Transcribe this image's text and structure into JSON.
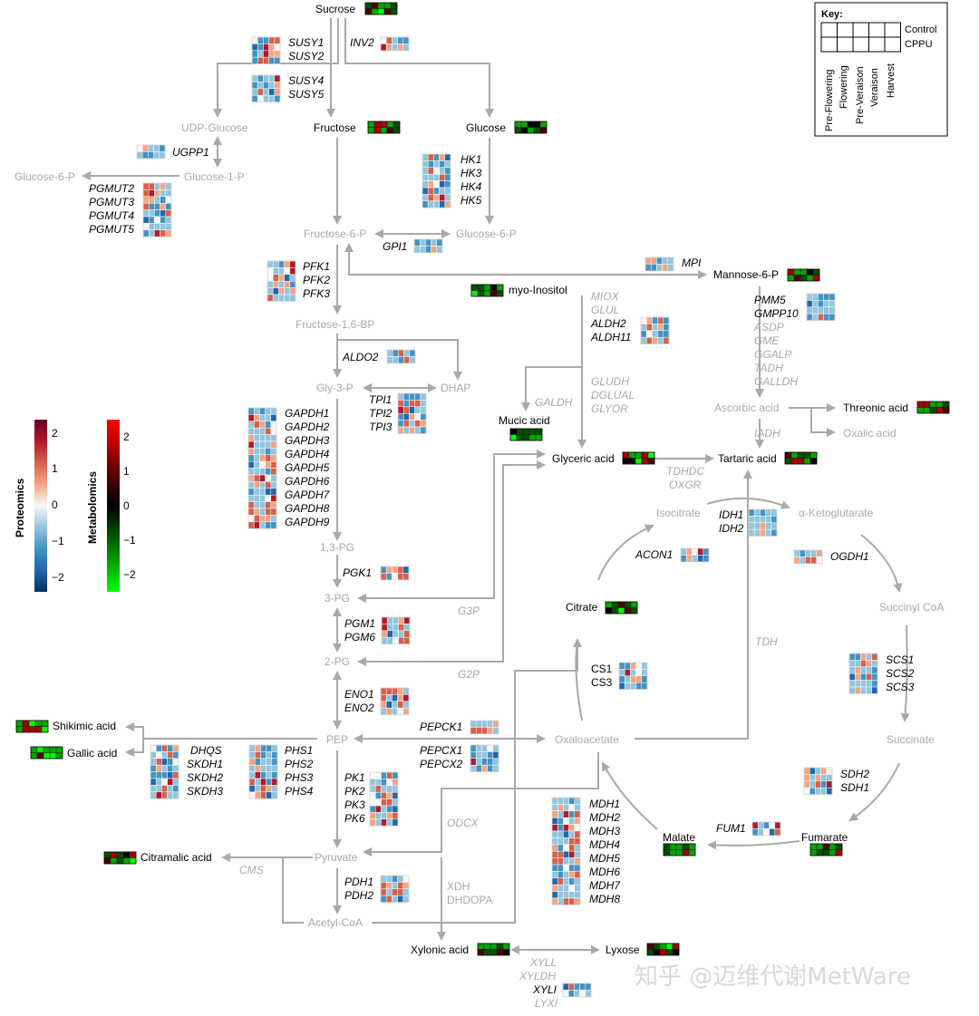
{
  "colors": {
    "arrow": "#a9a9a9",
    "proteomics": [
      "#053061",
      "#2166ac",
      "#4393c3",
      "#92c5de",
      "#f7f7f7",
      "#f4a582",
      "#d6604d",
      "#b2182b",
      "#67001f"
    ],
    "metabolomics": [
      "#00ff00",
      "#00a800",
      "#005000",
      "#000000",
      "#500000",
      "#a80000",
      "#ff0000"
    ]
  },
  "key": {
    "title": "Key:",
    "rows": [
      "Control",
      "CPPU"
    ],
    "stages": [
      "Pre-Flowering",
      "Flowering",
      "Pre-Veraison",
      "Veraison",
      "Harvest"
    ]
  },
  "legends": {
    "proteomics": {
      "label": "Proteomics",
      "ticks": [
        "2",
        "1",
        "0",
        "−1",
        "−2"
      ]
    },
    "metabolomics": {
      "label": "Metabolomics",
      "ticks": [
        "2",
        "1",
        "0",
        "−1",
        "−2"
      ]
    }
  },
  "watermark": "知乎 @迈维代谢MetWare",
  "metabolites": [
    {
      "id": "sucrose",
      "label": "Sucrose"
    },
    {
      "id": "udp_glucose",
      "label": "UDP-Glucose"
    },
    {
      "id": "fructose",
      "label": "Fructose"
    },
    {
      "id": "glucose",
      "label": "Glucose"
    },
    {
      "id": "glucose_6p_left",
      "label": "Glucose-6-P"
    },
    {
      "id": "glucose_1p",
      "label": "Glucose-1-P"
    },
    {
      "id": "fructose_6p",
      "label": "Fructose-6-P"
    },
    {
      "id": "glucose_6p_right",
      "label": "Glucose-6-P"
    },
    {
      "id": "mannose_6p",
      "label": "Mannose-6-P"
    },
    {
      "id": "myo_inositol",
      "label": "myo-Inositol"
    },
    {
      "id": "fructose_16bp",
      "label": "Fructose-1,6-BP"
    },
    {
      "id": "gly_3p",
      "label": "Gly-3-P"
    },
    {
      "id": "dhap",
      "label": "DHAP"
    },
    {
      "id": "mucic_acid",
      "label": "Mucic acid"
    },
    {
      "id": "glyceric_acid",
      "label": "Glyceric acid"
    },
    {
      "id": "ascorbic_acid",
      "label": "Ascorbic acid"
    },
    {
      "id": "threonic_acid",
      "label": "Threonic acid"
    },
    {
      "id": "oxalic_acid",
      "label": "Oxalic acid"
    },
    {
      "id": "tartaric_acid",
      "label": "Tartaric acid"
    },
    {
      "id": "isocitrate",
      "label": "Isocitrate"
    },
    {
      "id": "a_ketoglutarate",
      "label": "α-Ketoglutarate"
    },
    {
      "id": "pg13",
      "label": "1,3-PG"
    },
    {
      "id": "pg3",
      "label": "3-PG"
    },
    {
      "id": "citrate",
      "label": "Citrate"
    },
    {
      "id": "succinyl_coa",
      "label": "Succinyl CoA"
    },
    {
      "id": "pg2",
      "label": "2-PG"
    },
    {
      "id": "shikimic_acid",
      "label": "Shikimic acid"
    },
    {
      "id": "gallic_acid",
      "label": "Gallic acid"
    },
    {
      "id": "pep",
      "label": "PEP"
    },
    {
      "id": "oxaloacetate",
      "label": "Oxaloacetate"
    },
    {
      "id": "succinate",
      "label": "Succinate"
    },
    {
      "id": "malate",
      "label": "Malate"
    },
    {
      "id": "fumarate",
      "label": "Fumarate"
    },
    {
      "id": "citramalic_acid",
      "label": "Citramalic acid"
    },
    {
      "id": "pyruvate",
      "label": "Pyruvate"
    },
    {
      "id": "acetyl_coa",
      "label": "Acetyl-CoA"
    },
    {
      "id": "xylonic_acid",
      "label": "Xylonic acid"
    },
    {
      "id": "lyxose",
      "label": "Lyxose"
    }
  ],
  "genes": [
    {
      "id": "susy1",
      "label": "SUSY1"
    },
    {
      "id": "susy2",
      "label": "SUSY2"
    },
    {
      "id": "inv2",
      "label": "INV2"
    },
    {
      "id": "susy4",
      "label": "SUSY4"
    },
    {
      "id": "susy5",
      "label": "SUSY5"
    },
    {
      "id": "ugpp1",
      "label": "UGPP1"
    },
    {
      "id": "hk1",
      "label": "HK1"
    },
    {
      "id": "hk3",
      "label": "HK3"
    },
    {
      "id": "hk4",
      "label": "HK4"
    },
    {
      "id": "hk5",
      "label": "HK5"
    },
    {
      "id": "pgmut2",
      "label": "PGMUT2"
    },
    {
      "id": "pgmut3",
      "label": "PGMUT3"
    },
    {
      "id": "pgmut4",
      "label": "PGMUT4"
    },
    {
      "id": "pgmut5",
      "label": "PGMUT5"
    },
    {
      "id": "gpi1",
      "label": "GPI1"
    },
    {
      "id": "mpi",
      "label": "MPI"
    },
    {
      "id": "pfk1",
      "label": "PFK1"
    },
    {
      "id": "pfk2",
      "label": "PFK2"
    },
    {
      "id": "pfk3",
      "label": "PFK3"
    },
    {
      "id": "miox",
      "label": "MIOX"
    },
    {
      "id": "glul",
      "label": "GLUL"
    },
    {
      "id": "aldh2",
      "label": "ALDH2"
    },
    {
      "id": "aldh11",
      "label": "ALDH11"
    },
    {
      "id": "pmm5",
      "label": "PMM5"
    },
    {
      "id": "gmpp10",
      "label": "GMPP10"
    },
    {
      "id": "asdp",
      "label": "ASDP"
    },
    {
      "id": "gme",
      "label": "GME"
    },
    {
      "id": "ggalp",
      "label": "GGALP"
    },
    {
      "id": "tadh",
      "label": "TADH"
    },
    {
      "id": "galldh",
      "label": "GALLDH"
    },
    {
      "id": "aldo2",
      "label": "ALDO2"
    },
    {
      "id": "tpi1",
      "label": "TPI1"
    },
    {
      "id": "tpi2",
      "label": "TPI2"
    },
    {
      "id": "tpi3",
      "label": "TPI3"
    },
    {
      "id": "galdh",
      "label": "GALDH"
    },
    {
      "id": "gludh",
      "label": "GLUDH"
    },
    {
      "id": "dglual",
      "label": "DGLUAL"
    },
    {
      "id": "glyor",
      "label": "GLYOR"
    },
    {
      "id": "gapdh1",
      "label": "GAPDH1"
    },
    {
      "id": "gapdh2",
      "label": "GAPDH2"
    },
    {
      "id": "gapdh3",
      "label": "GAPDH3"
    },
    {
      "id": "gapdh4",
      "label": "GAPDH4"
    },
    {
      "id": "gapdh5",
      "label": "GAPDH5"
    },
    {
      "id": "gapdh6",
      "label": "GAPDH6"
    },
    {
      "id": "gapdh7",
      "label": "GAPDH7"
    },
    {
      "id": "gapdh8",
      "label": "GAPDH8"
    },
    {
      "id": "gapdh9",
      "label": "GAPDH9"
    },
    {
      "id": "iadh",
      "label": "IADH"
    },
    {
      "id": "tdhdc",
      "label": "TDHDC"
    },
    {
      "id": "oxgr",
      "label": "OXGR"
    },
    {
      "id": "idh1",
      "label": "IDH1"
    },
    {
      "id": "idh2",
      "label": "IDH2"
    },
    {
      "id": "acon1",
      "label": "ACON1"
    },
    {
      "id": "ogdh1",
      "label": "OGDH1"
    },
    {
      "id": "pgk1",
      "label": "PGK1"
    },
    {
      "id": "g3p",
      "label": "G3P"
    },
    {
      "id": "pgm1",
      "label": "PGM1"
    },
    {
      "id": "pgm6",
      "label": "PGM6"
    },
    {
      "id": "tdh",
      "label": "TDH"
    },
    {
      "id": "scs1",
      "label": "SCS1"
    },
    {
      "id": "scs2",
      "label": "SCS2"
    },
    {
      "id": "scs3",
      "label": "SCS3"
    },
    {
      "id": "g2p",
      "label": "G2P"
    },
    {
      "id": "cs1",
      "label": "CS1"
    },
    {
      "id": "cs3",
      "label": "CS3"
    },
    {
      "id": "eno1",
      "label": "ENO1"
    },
    {
      "id": "eno2",
      "label": "ENO2"
    },
    {
      "id": "pepck1",
      "label": "PEPCK1"
    },
    {
      "id": "dhqs",
      "label": "DHQS"
    },
    {
      "id": "skdh1",
      "label": "SKDH1"
    },
    {
      "id": "skdh2",
      "label": "SKDH2"
    },
    {
      "id": "skdh3",
      "label": "SKDH3"
    },
    {
      "id": "phs1",
      "label": "PHS1"
    },
    {
      "id": "phs2",
      "label": "PHS2"
    },
    {
      "id": "phs3",
      "label": "PHS3"
    },
    {
      "id": "phs4",
      "label": "PHS4"
    },
    {
      "id": "pepcx1",
      "label": "PEPCX1"
    },
    {
      "id": "pepcx2",
      "label": "PEPCX2"
    },
    {
      "id": "sdh2",
      "label": "SDH2"
    },
    {
      "id": "sdh1",
      "label": "SDH1"
    },
    {
      "id": "pk1",
      "label": "PK1"
    },
    {
      "id": "pk2",
      "label": "PK2"
    },
    {
      "id": "pk3",
      "label": "PK3"
    },
    {
      "id": "pk6",
      "label": "PK6"
    },
    {
      "id": "mdh1",
      "label": "MDH1"
    },
    {
      "id": "mdh2",
      "label": "MDH2"
    },
    {
      "id": "mdh3",
      "label": "MDH3"
    },
    {
      "id": "mdh4",
      "label": "MDH4"
    },
    {
      "id": "mdh5",
      "label": "MDH5"
    },
    {
      "id": "mdh6",
      "label": "MDH6"
    },
    {
      "id": "mdh7",
      "label": "MDH7"
    },
    {
      "id": "mdh8",
      "label": "MDH8"
    },
    {
      "id": "odcx",
      "label": "ODCX"
    },
    {
      "id": "fum1",
      "label": "FUM1"
    },
    {
      "id": "cms",
      "label": "CMS"
    },
    {
      "id": "xdh",
      "label": "XDH"
    },
    {
      "id": "dhdopa",
      "label": "DHDOPA"
    },
    {
      "id": "pdh1",
      "label": "PDH1"
    },
    {
      "id": "pdh2",
      "label": "PDH2"
    },
    {
      "id": "xyll",
      "label": "XYLL"
    },
    {
      "id": "xyldh",
      "label": "XYLDH"
    },
    {
      "id": "xyli",
      "label": "XYLI"
    },
    {
      "id": "lyxi",
      "label": "LYXI"
    }
  ]
}
